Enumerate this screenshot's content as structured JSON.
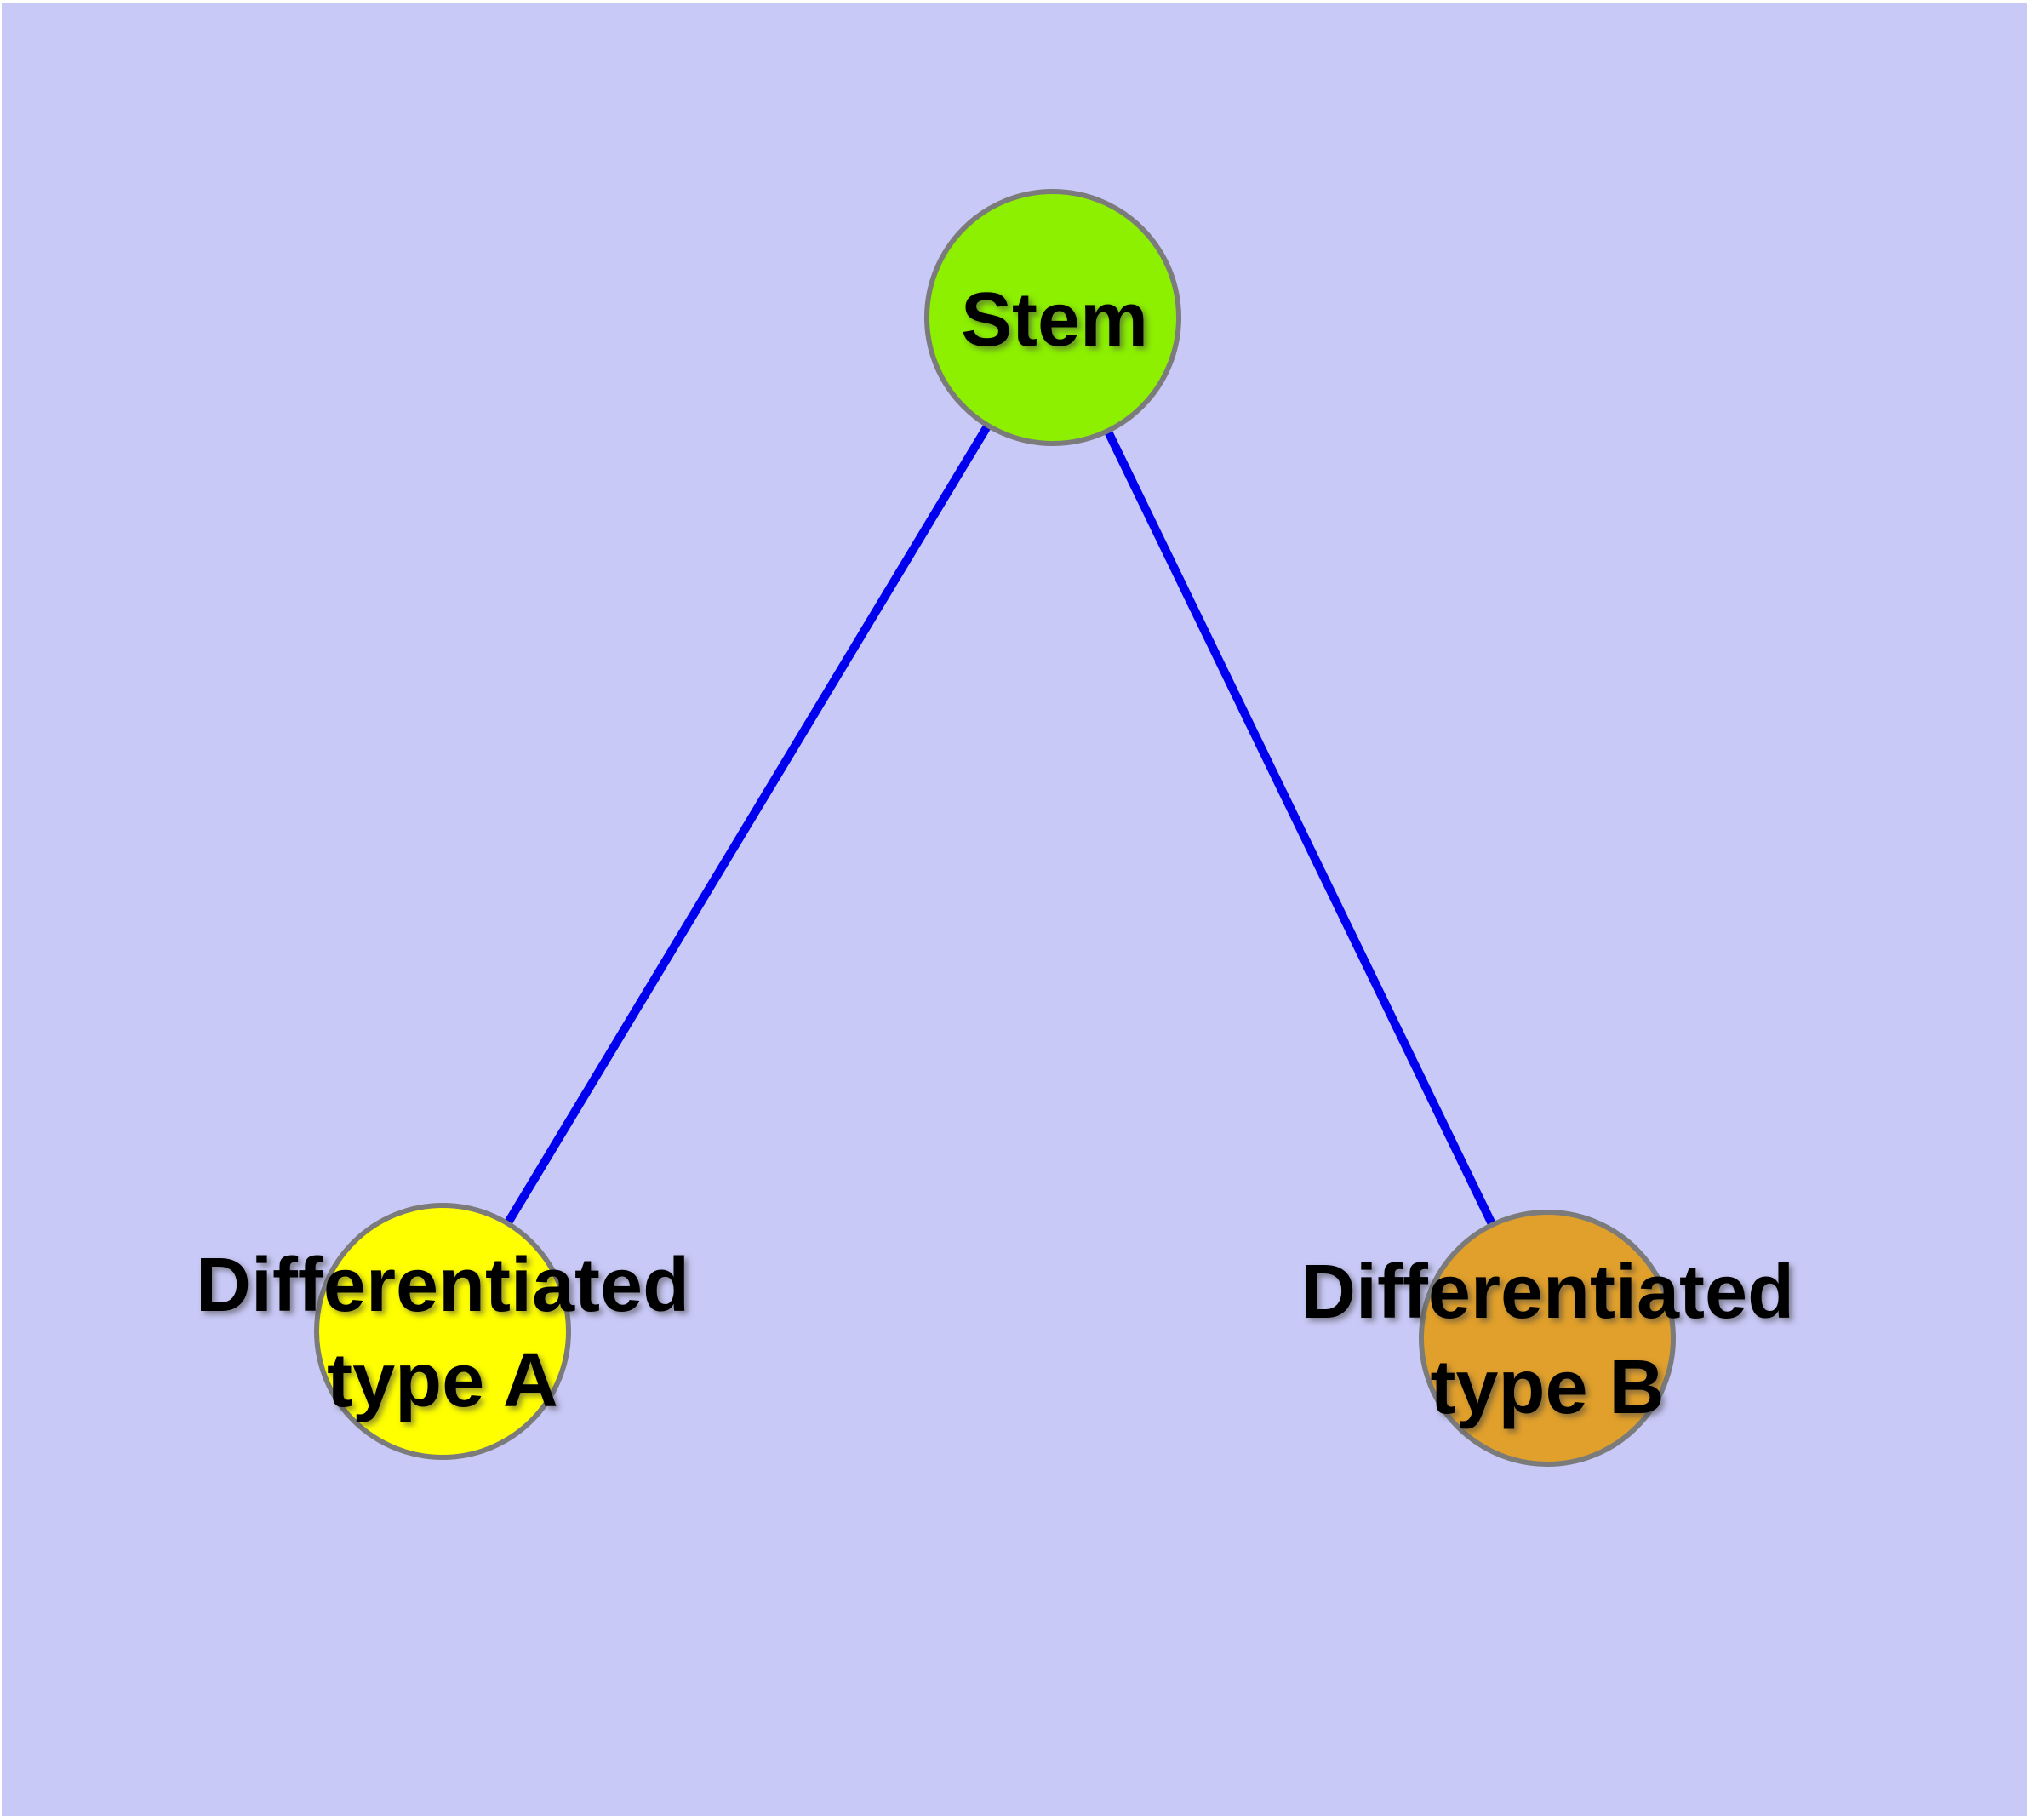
{
  "diagram": {
    "background_color": "#C9C9F7",
    "frame_color": "#FFFFFF",
    "text_color": "#000000",
    "node_stroke_color": "#7B7B7B",
    "nodes": {
      "stem": {
        "label": "Stem",
        "fill": "#8CF000",
        "stroke": "#7B7B7B"
      },
      "type_a": {
        "label_line1": "Differentiated",
        "label_line2": "type A",
        "fill": "#FFFF00",
        "stroke": "#7B7B7B"
      },
      "type_b": {
        "label_line1": "Differentiated",
        "label_line2": "type B",
        "fill": "#E1A02B",
        "stroke": "#7B7B7B"
      }
    },
    "edges": {
      "color": "#0000EE",
      "list": [
        {
          "from": "Stem",
          "to": "Differentiated type A"
        },
        {
          "from": "Stem",
          "to": "Differentiated type B"
        }
      ]
    }
  }
}
